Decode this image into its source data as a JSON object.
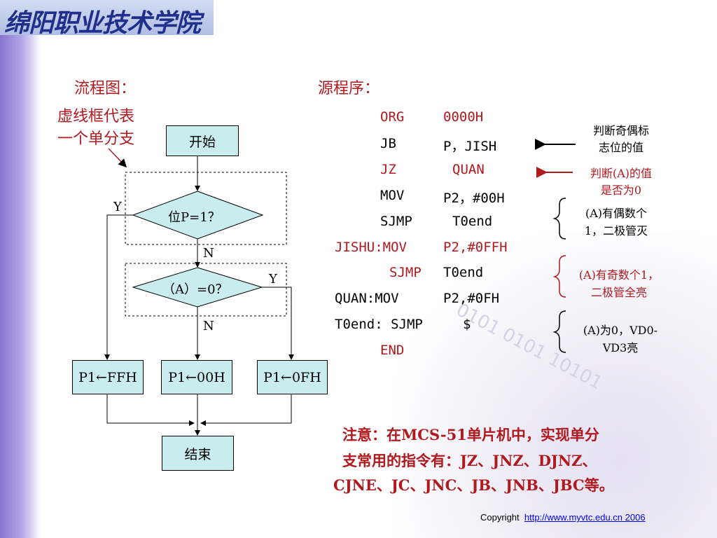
{
  "branding": {
    "logo_text": "绵阳职业技术学院"
  },
  "flowchart": {
    "heading": "流程图：",
    "annotation_line1": "虚线框代表",
    "annotation_line2": "一个单分支",
    "start": "开始",
    "decision1": "位P=1？",
    "decision2": "（A）=0？",
    "label_y1": "Y",
    "label_n1": "N",
    "label_y2": "Y",
    "label_n2": "N",
    "box_ffh": "P1←FFH",
    "box_00h": "P1←00H",
    "box_0fh": "P1←0FH",
    "end": "结束"
  },
  "source": {
    "heading": "源程序：",
    "lines": [
      {
        "label": "",
        "op": "ORG",
        "arg": "0000H",
        "color": "red"
      },
      {
        "label": "",
        "op": "JB",
        "arg": "P，JISH",
        "color": "black"
      },
      {
        "label": "",
        "op": "JZ",
        "arg": "QUAN",
        "color": "red"
      },
      {
        "label": "",
        "op": "MOV",
        "arg": "P2，#00H",
        "color": "black"
      },
      {
        "label": "",
        "op": "SJMP",
        "arg": "T0end",
        "color": "black"
      },
      {
        "label": "JISHU:MOV",
        "op": "",
        "arg": "P2,#0FFH",
        "color": "red"
      },
      {
        "label": "",
        "op": "SJMP",
        "arg": "T0end",
        "color": "mixed"
      },
      {
        "label": "QUAN:MOV",
        "op": "",
        "arg": "P2,#0FH",
        "color": "black"
      },
      {
        "label": "T0end: SJMP",
        "op": "",
        "arg": "$",
        "color": "black"
      },
      {
        "label": "",
        "op": "END",
        "arg": "",
        "color": "red"
      }
    ]
  },
  "notes": {
    "n1_line1": "判断奇偶标",
    "n1_line2": "志位的值",
    "n2_line1": "判断(A)的值",
    "n2_line2": "是否为0",
    "n3_line1": "(A)有偶数个",
    "n3_line2": "1，二极管灭",
    "n4_line1": "(A)有奇数个1，",
    "n4_line2": "二极管全亮",
    "n5_line1": "(A)为0，VD0-",
    "n5_line2": "VD3亮"
  },
  "attention": {
    "line1": "注意：在MCS-51单片机中，实现单分",
    "line2": "支常用的指令有：JZ、JNZ、DJNZ、",
    "line3": "CJNE、JC、JNC、JB、JNB、JBC等。"
  },
  "footer": {
    "copyright_label": "Copyright",
    "link_text": "http://www.myvtc.edu.cn 2006"
  },
  "colors": {
    "accent_red": "#b0191e",
    "box_fill": "#c9ecee",
    "side_band": "#8a74d0"
  }
}
